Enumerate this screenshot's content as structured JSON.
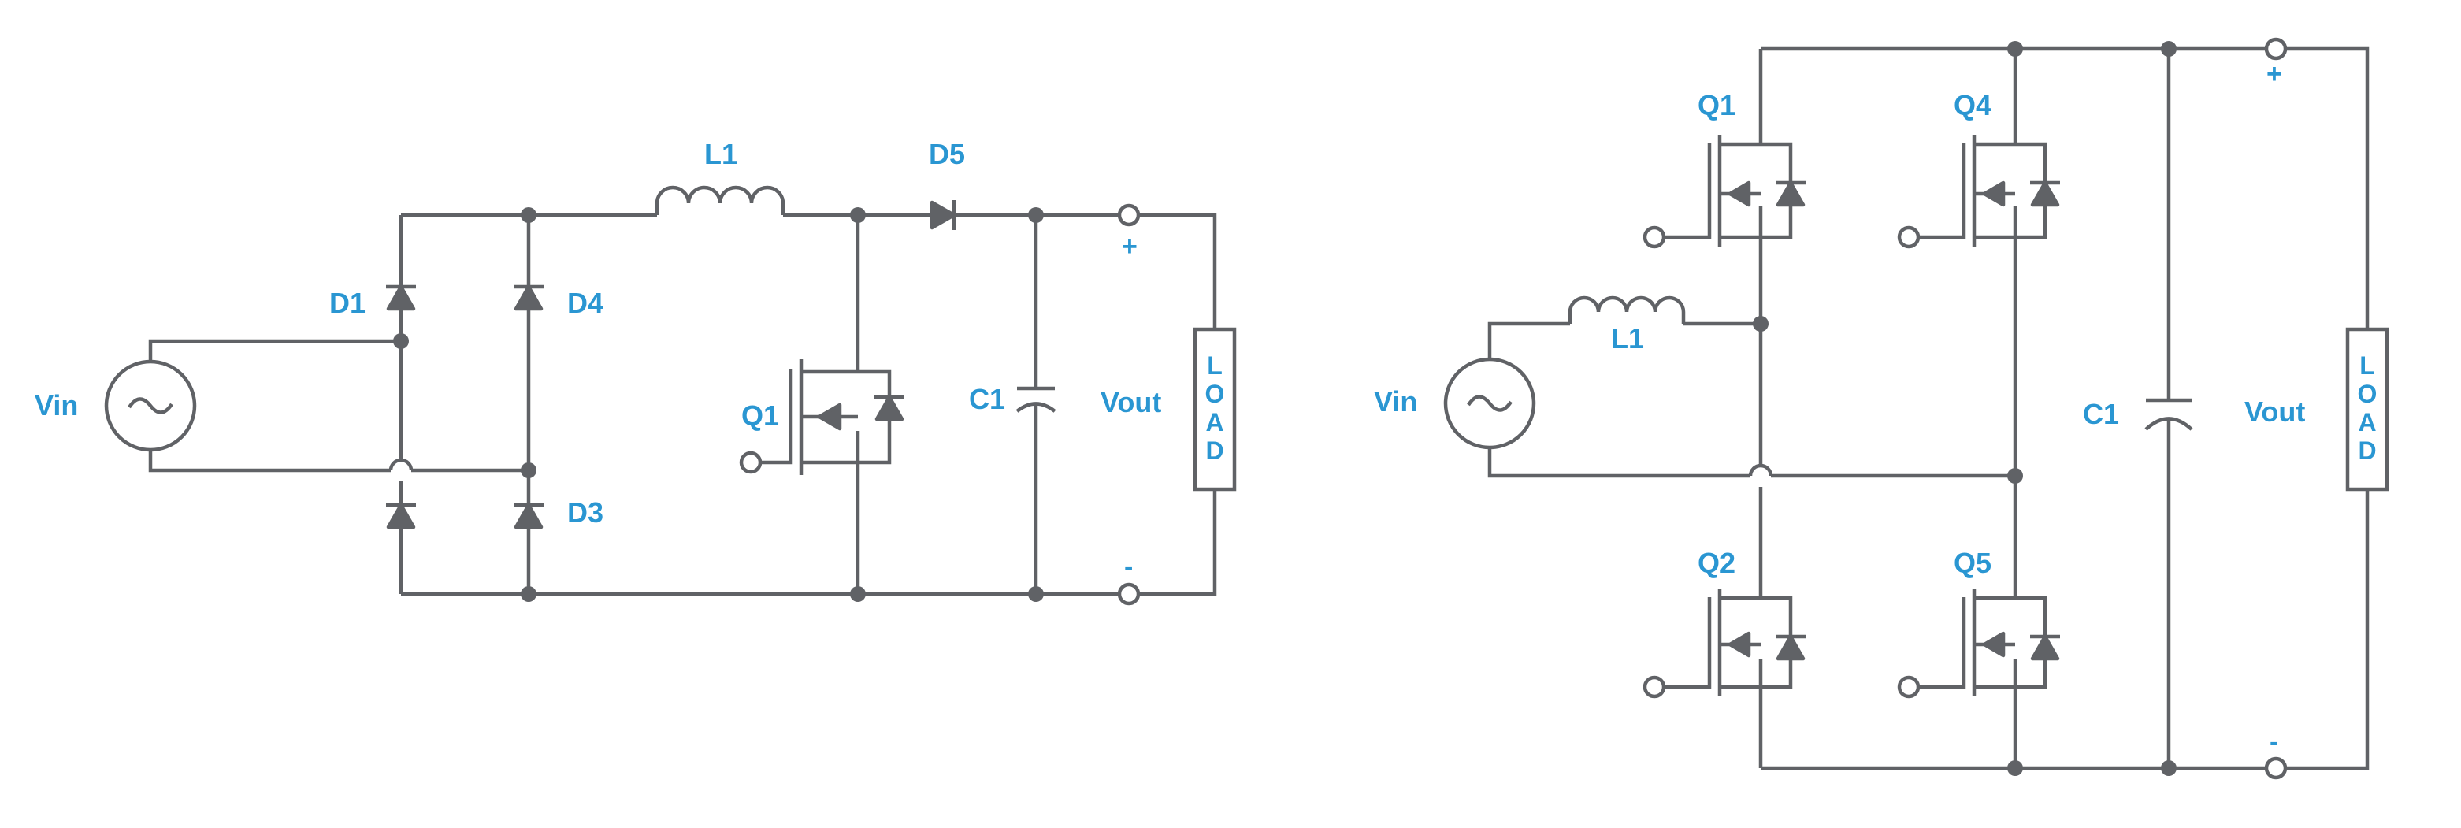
{
  "diagrams": [
    {
      "labels": {
        "vin": "Vin",
        "d1": "D1",
        "d4": "D4",
        "d3": "D3",
        "l1": "L1",
        "d5": "D5",
        "q1": "Q1",
        "c1": "C1",
        "vout": "Vout",
        "plus": "+",
        "minus": "-",
        "load": [
          "L",
          "O",
          "A",
          "D"
        ]
      }
    },
    {
      "labels": {
        "vin": "Vin",
        "l1": "L1",
        "q1": "Q1",
        "q4": "Q4",
        "q2": "Q2",
        "q5": "Q5",
        "c1": "C1",
        "vout": "Vout",
        "plus": "+",
        "minus": "-",
        "load": [
          "L",
          "O",
          "A",
          "D"
        ]
      }
    }
  ],
  "colors": {
    "wire": "#606266",
    "label": "#2a96d2",
    "background": "#ffffff"
  }
}
